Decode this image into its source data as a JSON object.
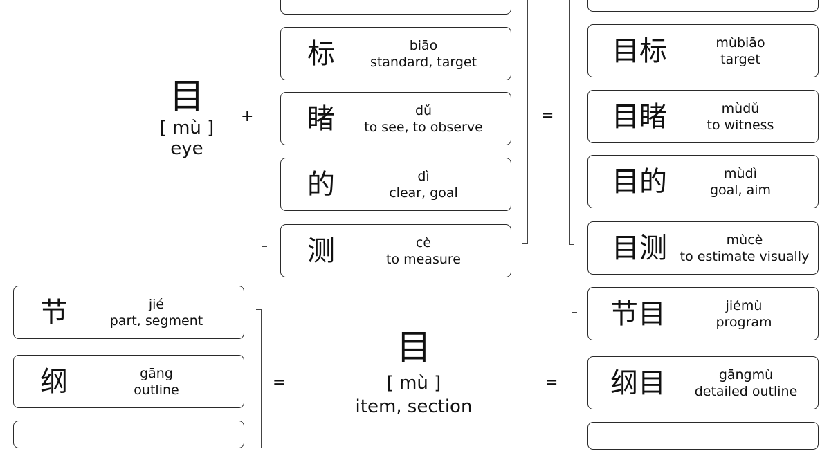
{
  "top": {
    "root": {
      "char": "目",
      "pinyin": "[ mù ]",
      "meaning": "eye"
    },
    "plus": "+",
    "equals": "=",
    "right_cards": [
      {
        "char": "标",
        "pinyin": "biāo",
        "meaning": "standard, target"
      },
      {
        "char": "睹",
        "pinyin": "dǔ",
        "meaning": "to see, to observe"
      },
      {
        "char": "的",
        "pinyin": "dì",
        "meaning": "clear, goal"
      },
      {
        "char": "测",
        "pinyin": "cè",
        "meaning": "to measure"
      }
    ],
    "result_cards": [
      {
        "char": "目标",
        "pinyin": "mùbiāo",
        "meaning": "target"
      },
      {
        "char": "目睹",
        "pinyin": "mùdǔ",
        "meaning": "to witness"
      },
      {
        "char": "目的",
        "pinyin": "mùdì",
        "meaning": "goal, aim"
      },
      {
        "char": "目测",
        "pinyin": "mùcè",
        "meaning": "to estimate visually"
      }
    ]
  },
  "bottom": {
    "root": {
      "char": "目",
      "pinyin": "[ mù ]",
      "meaning": "item, section"
    },
    "equals_left": "=",
    "equals_right": "=",
    "left_cards": [
      {
        "char": "节",
        "pinyin": "jié",
        "meaning": "part, segment"
      },
      {
        "char": "纲",
        "pinyin": "gāng",
        "meaning": "outline"
      }
    ],
    "result_cards": [
      {
        "char": "节目",
        "pinyin": "jiémù",
        "meaning": "program"
      },
      {
        "char": "纲目",
        "pinyin": "gāngmù",
        "meaning": "detailed outline"
      }
    ]
  }
}
